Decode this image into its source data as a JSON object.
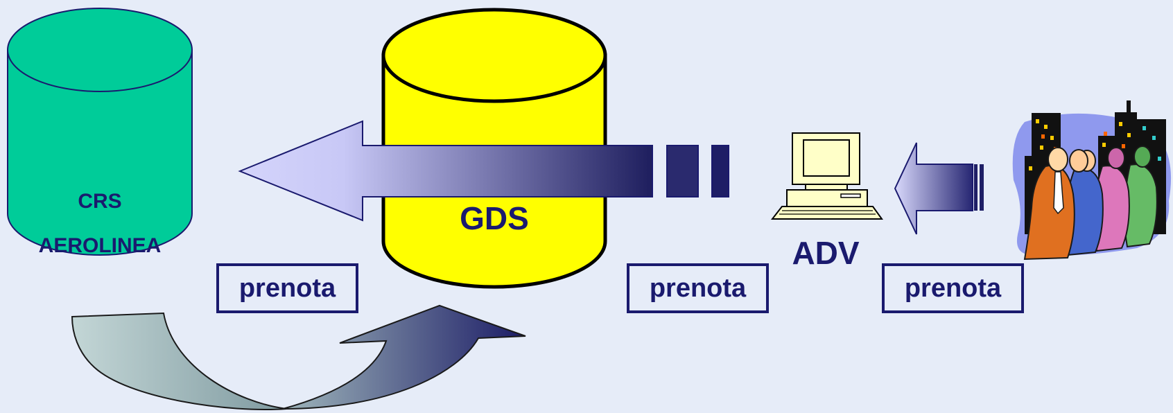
{
  "crs": {
    "line1": "CRS",
    "line2": "AEROLINEA"
  },
  "gds": {
    "label": "GDS"
  },
  "adv": {
    "label": "ADV"
  },
  "actions": {
    "left": "prenota",
    "middle": "prenota",
    "right": "prenota"
  },
  "icons": {
    "computer": "computer-icon",
    "people": "business-people-icon"
  },
  "colors": {
    "crs_cylinder": "#00cc99",
    "gds_cylinder": "#ffff00",
    "text": "#1a1a6e",
    "background": "#e6ecf8"
  }
}
